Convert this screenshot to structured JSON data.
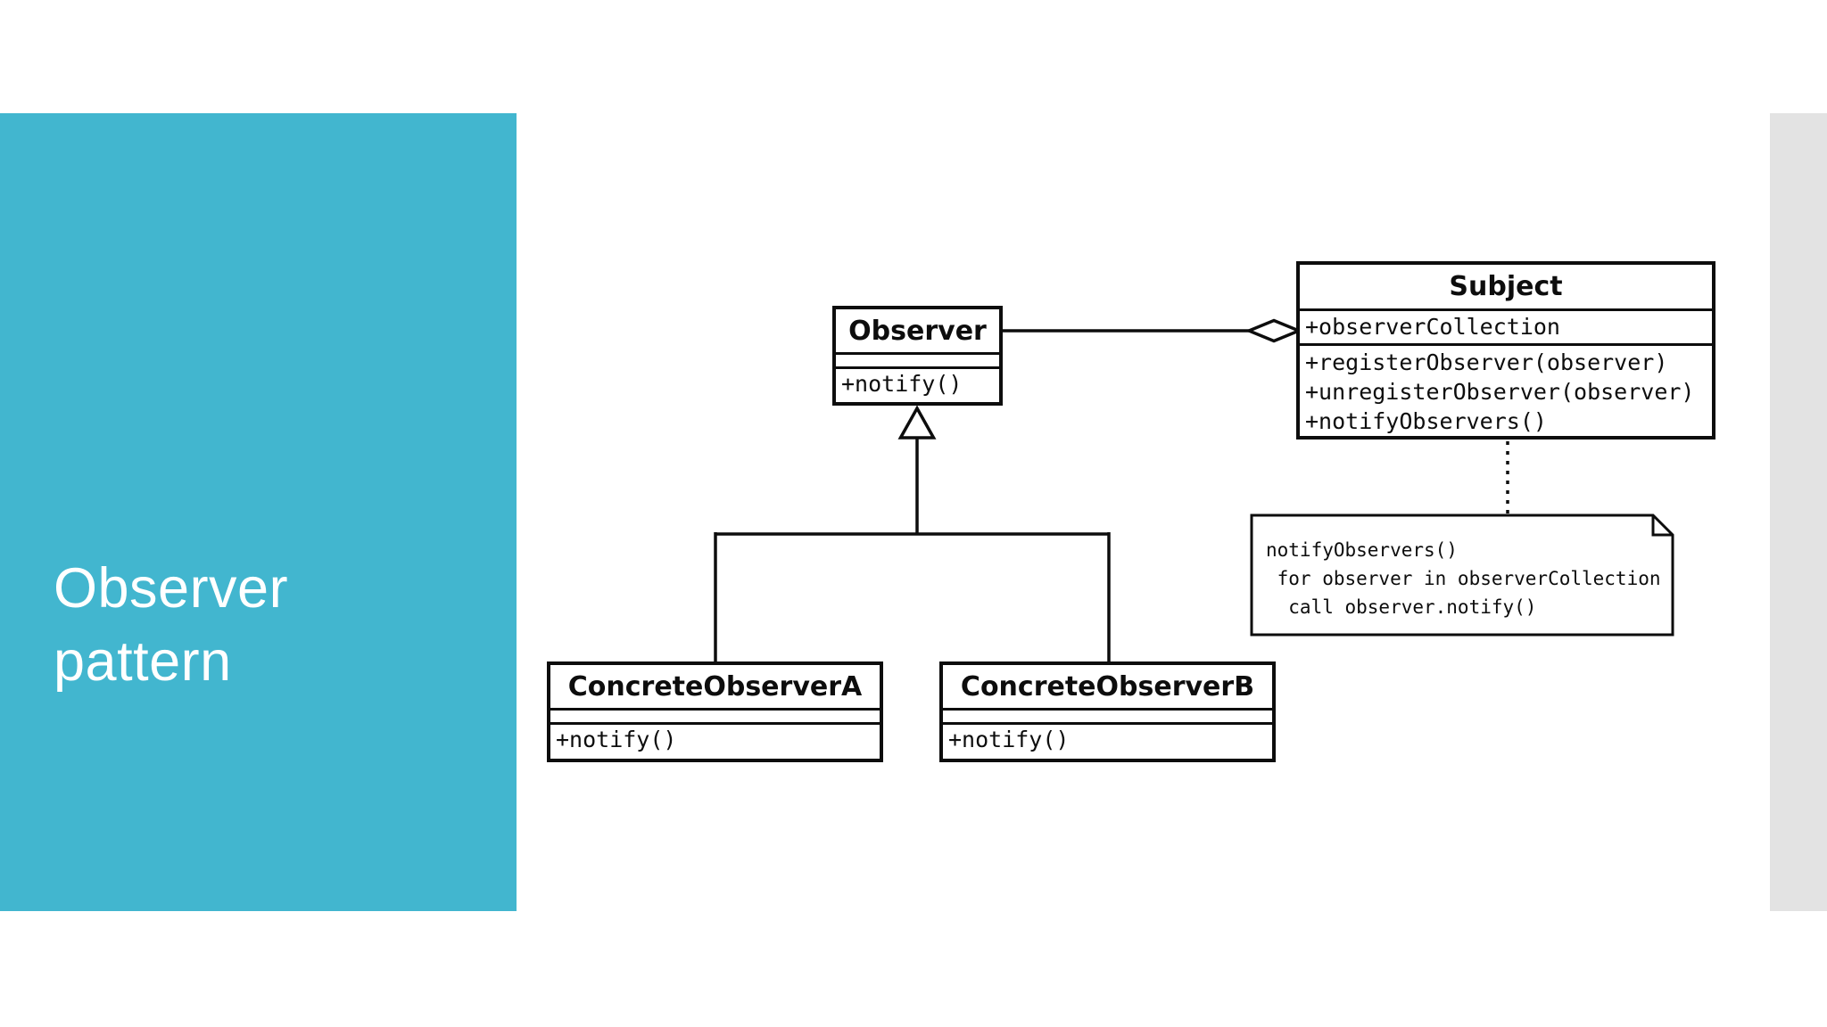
{
  "slide": {
    "title": "Observer pattern",
    "title_lines": [
      "Observer",
      "pattern"
    ],
    "accent_color": "#42b6cf",
    "edge_strip_color": "#e3e3e3"
  },
  "diagram": {
    "classes": {
      "observer": {
        "name": "Observer",
        "attributes": [],
        "methods": [
          "+notify()"
        ]
      },
      "subject": {
        "name": "Subject",
        "attributes": [
          "+observerCollection"
        ],
        "methods": [
          "+registerObserver(observer)",
          "+unregisterObserver(observer)",
          "+notifyObservers()"
        ]
      },
      "concrete_observer_a": {
        "name": "ConcreteObserverA",
        "attributes": [],
        "methods": [
          "+notify()"
        ]
      },
      "concrete_observer_b": {
        "name": "ConcreteObserverB",
        "attributes": [],
        "methods": [
          "+notify()"
        ]
      }
    },
    "note": {
      "lines": [
        "notifyObservers()",
        " for observer in observerCollection",
        "  call observer.notify()"
      ]
    },
    "relationships": [
      {
        "type": "aggregation",
        "from": "Subject",
        "to": "Observer",
        "marker": "hollow-diamond"
      },
      {
        "type": "inheritance",
        "from": "ConcreteObserverA",
        "to": "Observer",
        "marker": "hollow-triangle"
      },
      {
        "type": "inheritance",
        "from": "ConcreteObserverB",
        "to": "Observer",
        "marker": "hollow-triangle"
      },
      {
        "type": "note-attachment",
        "from": "Subject",
        "to": "note",
        "style": "dotted"
      }
    ]
  }
}
